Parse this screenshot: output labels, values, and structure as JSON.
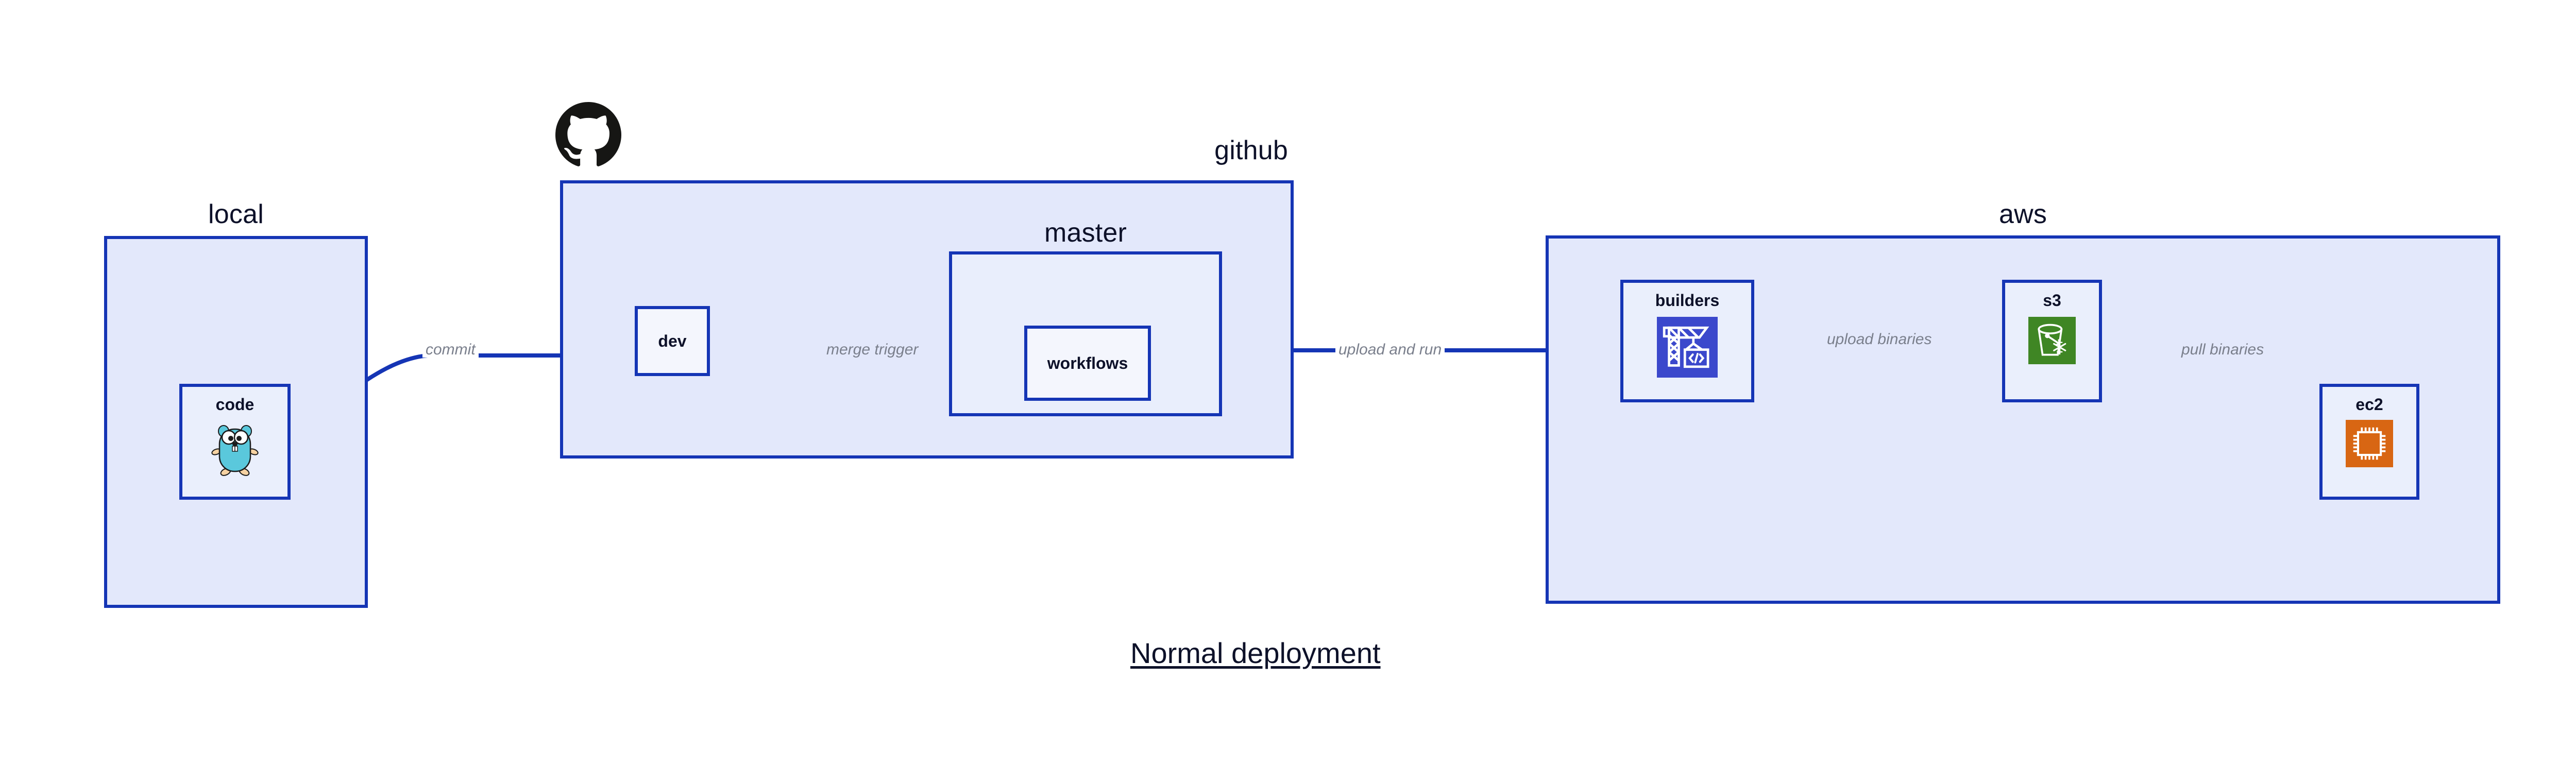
{
  "figure": {
    "title": "Normal deployment"
  },
  "groups": [
    {
      "id": "local",
      "label": "local",
      "label_align": "center"
    },
    {
      "id": "github",
      "label": "github",
      "label_align": "right"
    },
    {
      "id": "aws",
      "label": "aws",
      "label_align": "center"
    }
  ],
  "subgroups": [
    {
      "id": "master",
      "label": "master",
      "parent": "github"
    }
  ],
  "nodes": [
    {
      "id": "code",
      "label": "code",
      "parent": "local",
      "icon": "go-gopher-icon"
    },
    {
      "id": "dev",
      "label": "dev",
      "parent": "github",
      "icon": null
    },
    {
      "id": "workflows",
      "label": "workflows",
      "parent": "master",
      "icon": null
    },
    {
      "id": "builders",
      "label": "builders",
      "parent": "aws",
      "icon": "aws-codebuild-icon"
    },
    {
      "id": "s3",
      "label": "s3",
      "parent": "aws",
      "icon": "aws-s3-glacier-icon"
    },
    {
      "id": "ec2",
      "label": "ec2",
      "parent": "aws",
      "icon": "aws-ec2-icon"
    }
  ],
  "edges": [
    {
      "id": "commit",
      "label": "commit",
      "from": "code",
      "to": "dev"
    },
    {
      "id": "merge-trigger",
      "label": "merge trigger",
      "from": "dev",
      "to": "workflows"
    },
    {
      "id": "upload-and-run",
      "label": "upload and run",
      "from": "workflows",
      "to": "builders"
    },
    {
      "id": "upload-binaries",
      "label": "upload binaries",
      "from": "builders",
      "to": "s3"
    },
    {
      "id": "pull-binaries",
      "label": "pull binaries",
      "from": "s3",
      "to": "ec2"
    }
  ],
  "icons": {
    "github-logo": "github-octocat-icon"
  },
  "colors": {
    "border_blue": "#1535b5",
    "group_fill": "#e3e8fb",
    "sub_fill": "#e9eefc",
    "node_fill": "#eaeffc",
    "edge_blue": "#1535b5",
    "edge_label_gray": "#7a7f8c",
    "text_navy": "#0d1129",
    "codebuild_indigo": "#3b48cc",
    "s3_green": "#3f8624",
    "ec2_orange": "#d86613",
    "gopher_cyan": "#5ac8dc",
    "background": "#ffffff"
  }
}
